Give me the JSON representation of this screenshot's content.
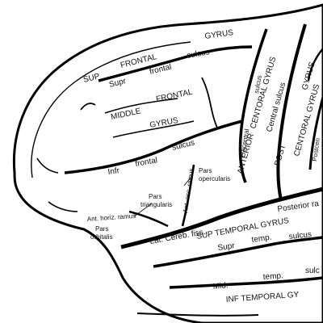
{
  "labels": {
    "sup": "SUP",
    "frontal_top": "FRONTAL",
    "gyrus_top": "GYRUS",
    "supr": "Supr",
    "frontal_sulcus": "frontal",
    "sulcus_top": "sulcus",
    "middle": "MIDDLE",
    "frontal_mid": "FRONTAL",
    "gyrus_mid": "GYRUS",
    "infr": "Infr",
    "frontal_infr": "frontal",
    "sulcus_infr": "sulcus",
    "pars_triangularis_1": "Pars",
    "pars_triangularis_2": "triangularis",
    "pars_opercularis_1": "Pars",
    "pars_opercularis_2": "opercularis",
    "ant_asc_ramus": "Ant. asc. ramus",
    "ant_horiz_ramus": "Ant. horiz. ramus",
    "pars_orbitalis_1": "Pars",
    "pars_orbitalis_2": "orbitalis",
    "lat_cereb_fiss": "Lat. Cereb. fiss.",
    "precentral_sulcus_1": "Precentral",
    "precentral_sulcus_2": "sulcus",
    "anterior_central_1": "ANTERIOR",
    "anterior_central_2": "CENTORAL GYRUS",
    "central_sulcus": "Central sulcus",
    "post_central_1": "POST",
    "post_central_2": "CENTORAL GYRUS",
    "gyrus_right": "GYRUS",
    "postcentral": "Postcen",
    "posterior_ramus": "Posterior ra",
    "sup_temporal_gyrus": "SUP TEMPORAL GYRUS",
    "supr_temp": "Supr",
    "temp_1": "temp.",
    "sulcus_temp": "sulcus",
    "mid": "Mid.",
    "temp_2": "temp.",
    "sulc": "sulc",
    "inf_temporal": "INF TEMPORAL GY"
  }
}
